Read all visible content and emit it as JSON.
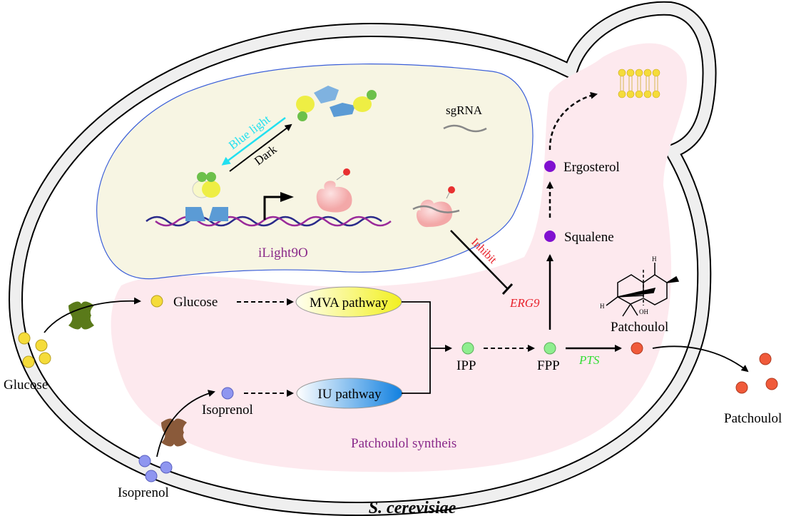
{
  "organism": "S. cerevisiae",
  "nucleus": {
    "switch_name": "iLight9O",
    "blue_light_label": "Blue light",
    "dark_label": "Dark",
    "sgrna_label": "sgRNA",
    "inhibit_label": "Inhibit"
  },
  "pathway": {
    "title": "Patchoulol  syntheis",
    "glucose_outside": "Glucose",
    "glucose_inside": "Glucose",
    "isoprenol_outside": "Isoprenol",
    "isoprenol_inside": "Isoprenol",
    "mva": "MVA pathway",
    "iu": "IU pathway",
    "ipp": "IPP",
    "fpp": "FPP",
    "erg9": "ERG9",
    "pts": "PTS",
    "squalene": "Squalene",
    "ergosterol": "Ergosterol",
    "patchoulol_structure_label": "Patchoulol",
    "patchoulol_secreted": "Patchoulol",
    "structure_h1": "H",
    "structure_h2": "H",
    "structure_oh": "OH"
  },
  "colors": {
    "blue_light": "#22e0f0",
    "inhibit": "#e8202a",
    "pts": "#33dd33",
    "switch": "#8a2a8a",
    "glucose": "#f5dc3a",
    "isoprenol": "#8f96f0",
    "ipp_fpp": "#8fee8f",
    "sterol": "#8010d0",
    "patchoulol": "#f05a3a"
  }
}
